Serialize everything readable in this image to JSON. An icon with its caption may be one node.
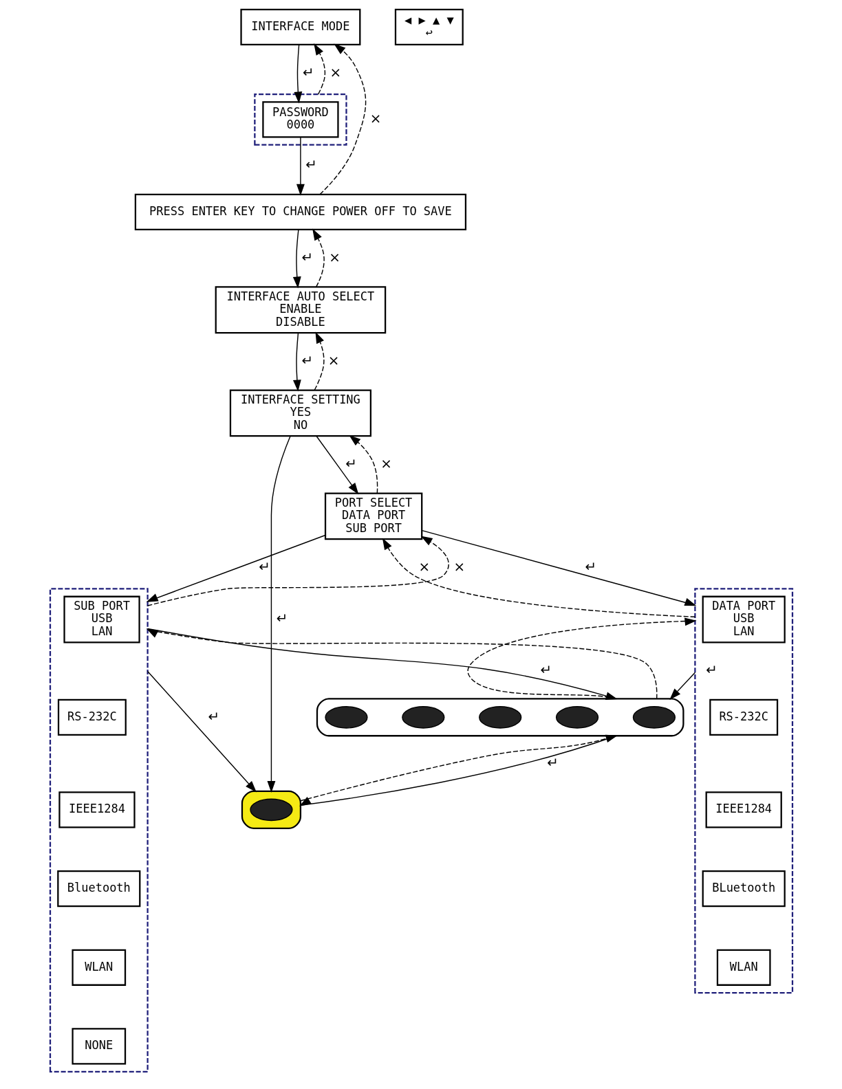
{
  "diagram": {
    "nodes": [
      {
        "text": [
          "INTERFACE MODE"
        ]
      },
      {
        "text": [],
        "shape": "box"
      },
      {
        "text": [
          "PASSWORD",
          "0000"
        ],
        "in": 1
      },
      {
        "text": [
          "PRESS ENTER KEY TO CHANGE POWER OFF TO SAVE"
        ]
      },
      {
        "text": [
          "INTERFACE AUTO SELECT",
          "ENABLE",
          "DISABLE"
        ]
      },
      {
        "text": [
          "INTERFACE SETTING",
          "YES",
          "NO"
        ]
      },
      {
        "text": [
          "PORT SELECT",
          "DATA PORT",
          "SUB PORT"
        ]
      },
      {
        "text": [],
        "shape": "box"
      },
      {
        "text": [
          "DATA PORT",
          "USB",
          "LAN"
        ],
        "in": 7
      },
      {
        "text": [
          "RS-232C"
        ],
        "in": 7
      },
      {
        "text": [
          "IEEE1284"
        ],
        "in": 7
      },
      {
        "text": [
          "BLuetooth"
        ],
        "in": 7
      },
      {
        "text": [
          "WLAN"
        ],
        "in": 7
      },
      {
        "text": [],
        "shape": "box"
      },
      {
        "text": [
          "SUB PORT",
          "USB",
          "LAN"
        ],
        "in": 13
      },
      {
        "text": [
          "RS-232C"
        ],
        "in": 13
      },
      {
        "text": [
          "IEEE1284"
        ],
        "in": 13
      },
      {
        "text": [
          "Bluetooth"
        ],
        "in": 13
      },
      {
        "text": [
          "WLAN"
        ],
        "in": 13
      },
      {
        "text": [
          "NONE"
        ],
        "in": 13
      },
      {
        "text": [],
        "shape": "box"
      },
      {
        "text": [],
        "shape": "oval",
        "in": 20
      },
      {
        "text": [],
        "shape": "oval",
        "in": 20
      },
      {
        "text": [],
        "shape": "oval",
        "in": 20
      },
      {
        "text": [],
        "shape": "oval",
        "in": 20
      },
      {
        "text": [],
        "shape": "oval",
        "in": 20
      },
      {
        "text": [],
        "shape": "box"
      },
      {
        "text": [],
        "shape": "oval",
        "in": 26
      },
      {
        "text": [
          "◀ ▶ ▲ ▼",
          "↩"
        ]
      }
    ],
    "edges": [
      {
        "from": 0,
        "to": 2,
        "arrow": "to",
        "label": "↵"
      },
      {
        "from": 1,
        "to": 0,
        "arrow": "to",
        "style": "dashed",
        "label": "×"
      },
      {
        "from": 2,
        "to": 3,
        "arrow": "to",
        "label": "↵"
      },
      {
        "from": 3,
        "to": 0,
        "arrow": "to",
        "style": "dashed",
        "label": "×"
      },
      {
        "from": 3,
        "to": 4,
        "arrow": "to",
        "label": "↵"
      },
      {
        "from": 4,
        "to": 3,
        "arrow": "to",
        "style": "dashed",
        "label": "×"
      },
      {
        "from": 4,
        "to": 5,
        "arrow": "to",
        "label": "↵"
      },
      {
        "from": 5,
        "to": 4,
        "arrow": "to",
        "style": "dashed",
        "label": "×"
      },
      {
        "from": 5,
        "to": 6,
        "arrow": "to",
        "label": "↵"
      },
      {
        "from": 6,
        "to": 5,
        "arrow": "to",
        "style": "dashed",
        "label": "×"
      },
      {
        "from": 5,
        "to": 26,
        "arrow": "to",
        "label": "↵"
      },
      {
        "from": 6,
        "to": 7,
        "arrow": "to",
        "label": "↵"
      },
      {
        "from": 7,
        "to": 6,
        "arrow": "to",
        "style": "dashed",
        "label": "×"
      },
      {
        "from": 6,
        "to": 13,
        "arrow": "to",
        "label": "↵"
      },
      {
        "from": 13,
        "to": 6,
        "arrow": "to",
        "style": "dashed",
        "label": "×"
      },
      {
        "from": 13,
        "to": 26,
        "arrow": "to",
        "label": "↵"
      },
      {
        "from": 7,
        "to": 20,
        "arrow": "to",
        "label": "↵"
      },
      {
        "from": 20,
        "to": 7,
        "arrow": "to",
        "style": "dashed"
      },
      {
        "from": 13,
        "to": 20,
        "arrow": "to",
        "label": "↵"
      },
      {
        "from": 20,
        "to": 13,
        "arrow": "to",
        "style": "dashed"
      },
      {
        "from": 20,
        "to": 26,
        "arrow": "to",
        "label": "↵"
      },
      {
        "from": 26,
        "to": 20,
        "arrow": "to",
        "style": "dashed"
      }
    ]
  }
}
